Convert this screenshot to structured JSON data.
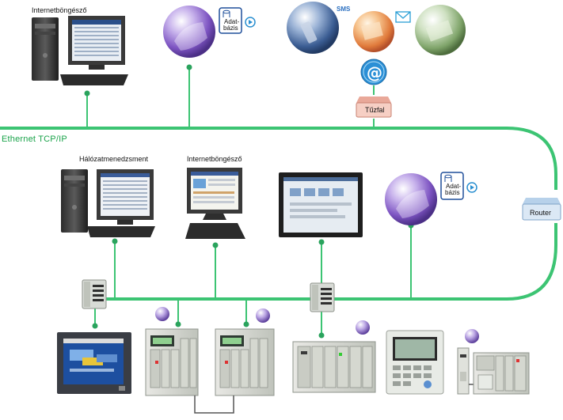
{
  "labels": {
    "browser_top": "Internetböngésző",
    "database_top": "Adat-\nbázis",
    "sms": "SMS",
    "firewall": "Tűzfal",
    "at_symbol": "@",
    "ethernet": "Ethernet TCP/IP",
    "network_mgmt": "Hálózatmenedzsment",
    "browser_mid": "Internetböngésző",
    "database_mid": "Adat-\nbázis",
    "router": "Router"
  },
  "colors": {
    "network_line": "#2ec06a",
    "network_node": "#1c8f4c",
    "firewall_fill": "#f4c9bd",
    "router_fill": "#d6e6f4",
    "sphere_violet": "#9a6fd0"
  },
  "icons": [
    "workstation-icon",
    "database-icon",
    "sphere-icon",
    "envelope-icon",
    "at-icon",
    "firewall-icon",
    "router-icon",
    "switch-icon",
    "plc-rack-icon",
    "hmi-terminal-icon"
  ]
}
